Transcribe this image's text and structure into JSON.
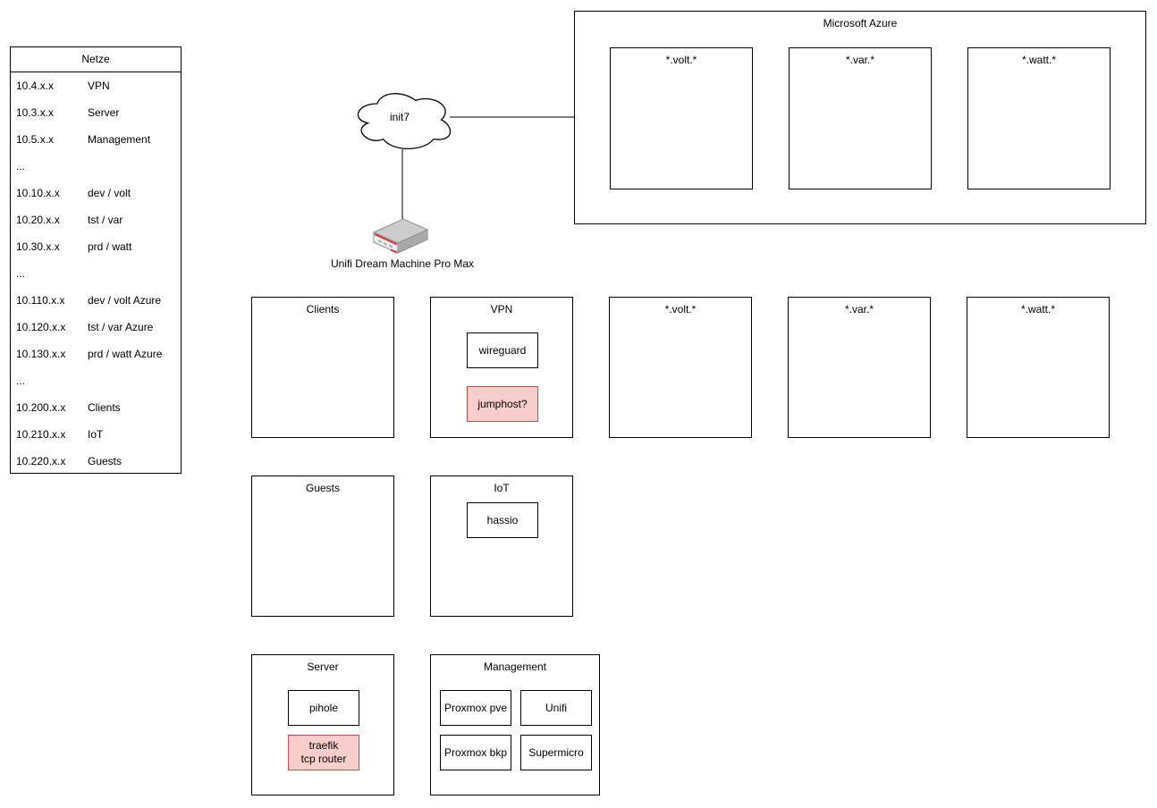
{
  "colors": {
    "highlight_fill": "#f8cecc",
    "highlight_border": "#b85450",
    "line": "#000000"
  },
  "netze_table": {
    "title": "Netze",
    "rows": [
      {
        "ip": "10.4.x.x",
        "name": "VPN"
      },
      {
        "ip": "10.3.x.x",
        "name": "Server"
      },
      {
        "ip": "10.5.x.x",
        "name": "Management"
      },
      {
        "ip": "...",
        "name": ""
      },
      {
        "ip": "10.10.x.x",
        "name": "dev / volt"
      },
      {
        "ip": "10.20.x.x",
        "name": "tst / var"
      },
      {
        "ip": "10.30.x.x",
        "name": "prd / watt"
      },
      {
        "ip": "...",
        "name": ""
      },
      {
        "ip": "10.110.x.x",
        "name": "dev / volt Azure"
      },
      {
        "ip": "10.120.x.x",
        "name": "tst / var Azure"
      },
      {
        "ip": "10.130.x.x",
        "name": "prd / watt Azure"
      },
      {
        "ip": "...",
        "name": ""
      },
      {
        "ip": "10.200.x.x",
        "name": "Clients"
      },
      {
        "ip": "10.210.x.x",
        "name": "IoT"
      },
      {
        "ip": "10.220.x.x",
        "name": "Guests"
      }
    ]
  },
  "wan": {
    "cloud_label": "init7",
    "router_label": "Unifi Dream Machine Pro Max"
  },
  "azure": {
    "title": "Microsoft Azure",
    "volt": "*.volt.*",
    "var": "*.var.*",
    "watt": "*.watt.*"
  },
  "groups": {
    "clients": {
      "title": "Clients"
    },
    "vpn": {
      "title": "VPN",
      "wireguard": "wireguard",
      "jumphost": "jumphost?"
    },
    "volt": {
      "title": "*.volt.*"
    },
    "var": {
      "title": "*.var.*"
    },
    "watt": {
      "title": "*.watt.*"
    },
    "guests": {
      "title": "Guests"
    },
    "iot": {
      "title": "IoT",
      "hassio": "hassio"
    },
    "server": {
      "title": "Server",
      "pihole": "pihole",
      "traefik": "traefik\ntcp router"
    },
    "management": {
      "title": "Management",
      "proxmox_pve": "Proxmox pve",
      "unifi": "Unifi",
      "proxmox_bkp": "Proxmox bkp",
      "supermicro": "Supermicro"
    }
  }
}
